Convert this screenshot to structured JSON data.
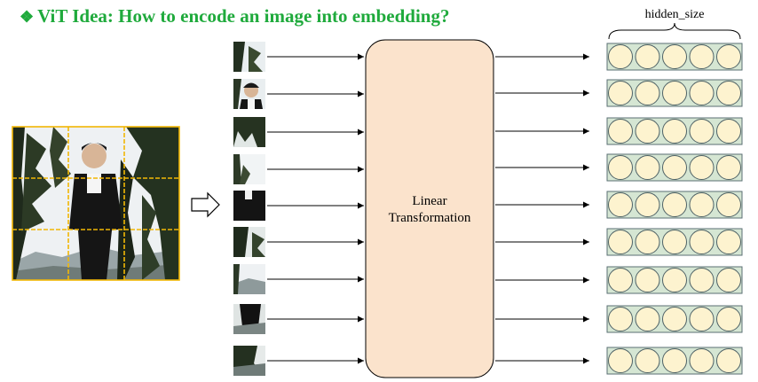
{
  "title": {
    "bullet": "❖",
    "text": "ViT Idea: How to encode an image into embedding?"
  },
  "transform_box": {
    "line1": "Linear",
    "line2": "Transformation"
  },
  "embedding": {
    "hidden_size_label": "hidden_size",
    "rows": 9,
    "cells_per_row": 5
  },
  "image": {
    "grid": "3x3",
    "patch_count": 9
  },
  "colors": {
    "title": "#1faa3c",
    "grid_line": "#f2b705",
    "box_fill": "#fbe3cc",
    "embed_bg": "#d5e6d3",
    "circle_fill": "#fdf3cf",
    "arrow": "#000000"
  },
  "icons": {
    "process_arrow": "hollow-right-arrow-icon"
  }
}
